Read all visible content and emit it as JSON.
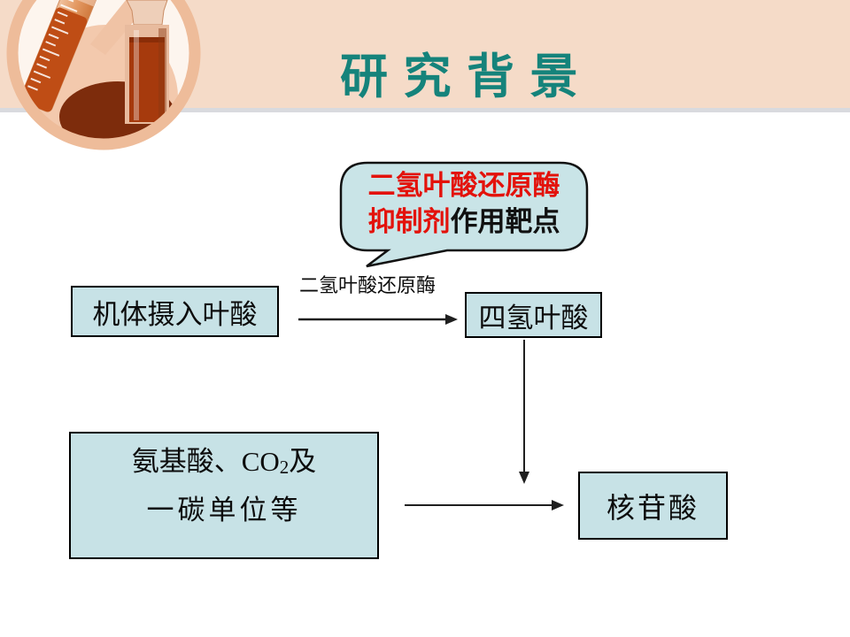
{
  "slide": {
    "title": "研 究 背 景"
  },
  "callout": {
    "line1": "二氢叶酸还原酶",
    "line2_red": "抑制剂",
    "line2_black": "作用靶点"
  },
  "flow": {
    "arrow_label": "二氢叶酸还原酶",
    "box_intake": "机体摄入叶酸",
    "box_thf": "四氢叶酸",
    "box_sources_line1a": "氨基酸、CO",
    "box_sources_sub": "2",
    "box_sources_line1b": "及",
    "box_sources_line2": "一碳单位等",
    "box_nucleotide": "核苷酸"
  },
  "colors": {
    "banner": "#F5DBC8",
    "title_teal": "#15837B",
    "callout_red": "#E3120B",
    "box_fill": "#C7E2E6",
    "photo_ring": "#EEBC9A"
  }
}
